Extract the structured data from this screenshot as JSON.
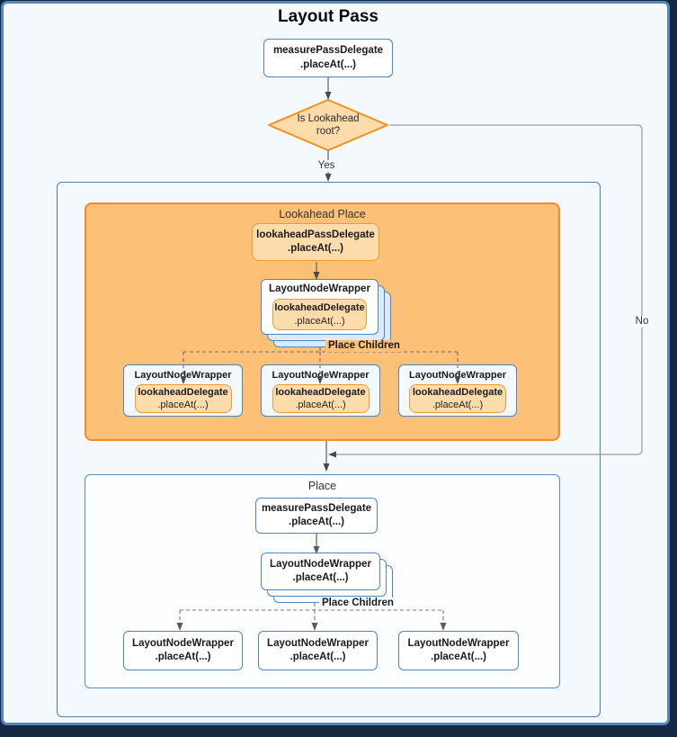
{
  "page": {
    "title": "Layout Pass"
  },
  "flow": {
    "measure_node": {
      "name": "measurePassDelegate",
      "call": ".placeAt(...)"
    },
    "decision": {
      "question_line1": "Is Lookahead",
      "question_line2": "root?",
      "yes_label": "Yes",
      "no_label": "No"
    }
  },
  "lookahead_section": {
    "title": "Lookahead Place",
    "pass_delegate": {
      "name": "lookaheadPassDelegate",
      "call": ".placeAt(...)"
    },
    "wrapper_stack": {
      "title": "LayoutNodeWrapper",
      "delegate": {
        "name": "lookaheadDelegate",
        "call": ".placeAt(...)"
      }
    },
    "children_label": "Place Children",
    "children": [
      {
        "title": "LayoutNodeWrapper",
        "delegate": {
          "name": "lookaheadDelegate",
          "call": ".placeAt(...)"
        }
      },
      {
        "title": "LayoutNodeWrapper",
        "delegate": {
          "name": "lookaheadDelegate",
          "call": ".placeAt(...)"
        }
      },
      {
        "title": "LayoutNodeWrapper",
        "delegate": {
          "name": "lookaheadDelegate",
          "call": ".placeAt(...)"
        }
      }
    ]
  },
  "place_section": {
    "title": "Place",
    "measure_node": {
      "name": "measurePassDelegate",
      "call": ".placeAt(...)"
    },
    "wrapper_stack": {
      "name": "LayoutNodeWrapper",
      "call": ".placeAt(...)"
    },
    "children_label": "Place Children",
    "children": [
      {
        "name": "LayoutNodeWrapper",
        "call": ".placeAt(...)"
      },
      {
        "name": "LayoutNodeWrapper",
        "call": ".placeAt(...)"
      },
      {
        "name": "LayoutNodeWrapper",
        "call": ".placeAt(...)"
      }
    ]
  },
  "colors": {
    "page_background": "#f3f9fd",
    "page_border": "#5587ba",
    "node_border_blue": "#4d86c4",
    "orange_container_fill": "#fdc077",
    "orange_container_border": "#f18b2b",
    "light_orange_fill": "#fddcab",
    "light_orange_border": "#f09a36",
    "stack_back_fill": "#dbeafd",
    "line_gray": "#8a8a8a",
    "arrowhead": "#4a4a4a"
  }
}
